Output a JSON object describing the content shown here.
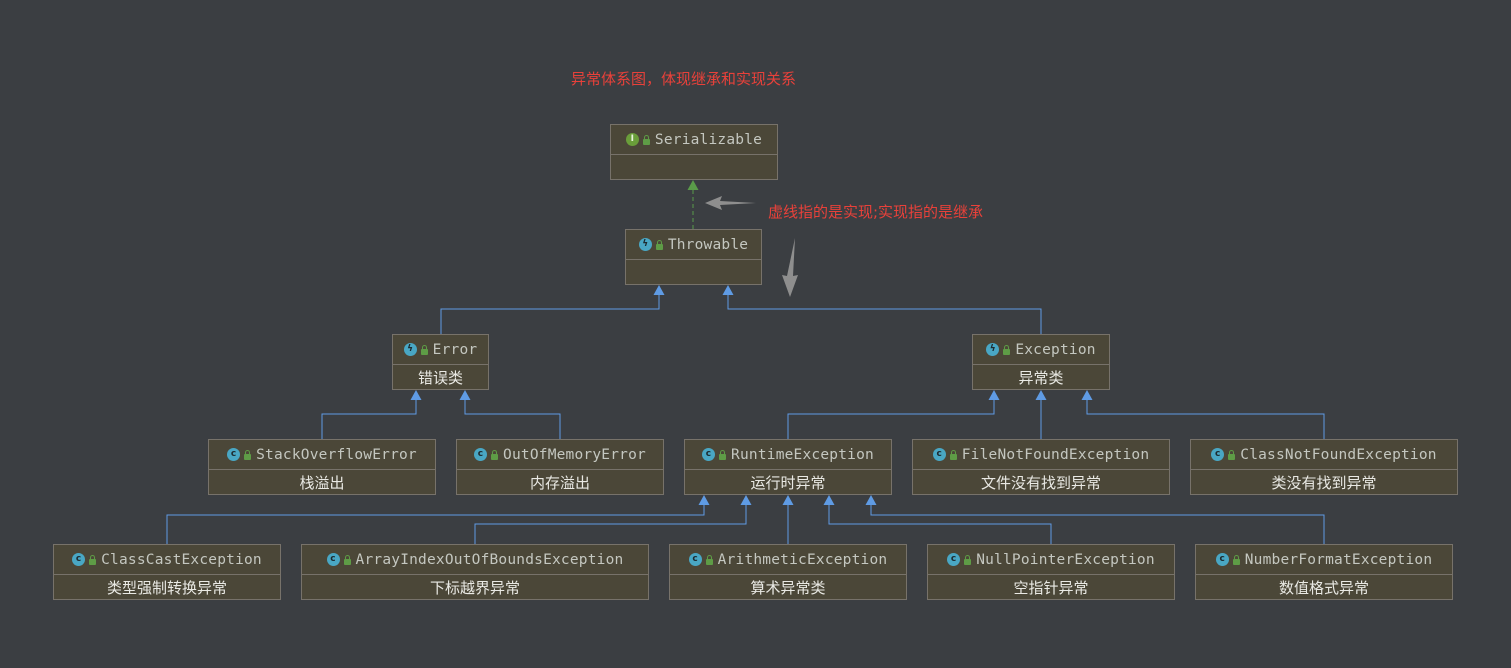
{
  "title_note": "异常体系图，体现继承和实现关系",
  "legend_note": "虚线指的是实现;实现指的是继承",
  "colors": {
    "background": "#3b3e42",
    "node_fill": "#4b4738",
    "node_border": "#77726a",
    "inherit_edge": "#5f9be4",
    "implement_edge": "#5a9b49",
    "note_text": "#e8413a",
    "pointer_arrow": "#8e8e8e"
  },
  "nodes": {
    "serializable": {
      "kind": "interface",
      "icon": "interface-icon",
      "name": "Serializable",
      "desc": ""
    },
    "throwable": {
      "kind": "class",
      "icon": "abstract-class-icon",
      "name": "Throwable",
      "desc": ""
    },
    "error": {
      "kind": "class",
      "icon": "abstract-class-icon",
      "name": "Error",
      "desc": "错误类"
    },
    "exception": {
      "kind": "class",
      "icon": "abstract-class-icon",
      "name": "Exception",
      "desc": "异常类"
    },
    "stackoverflowerror": {
      "kind": "class",
      "icon": "class-icon",
      "name": "StackOverflowError",
      "desc": "栈溢出"
    },
    "outofmemoryerror": {
      "kind": "class",
      "icon": "class-icon",
      "name": "OutOfMemoryError",
      "desc": "内存溢出"
    },
    "runtimeexception": {
      "kind": "class",
      "icon": "class-icon",
      "name": "RuntimeException",
      "desc": "运行时异常"
    },
    "filenotfoundexception": {
      "kind": "class",
      "icon": "class-icon",
      "name": "FileNotFoundException",
      "desc": "文件没有找到异常"
    },
    "classnotfoundexception": {
      "kind": "class",
      "icon": "class-icon",
      "name": "ClassNotFoundException",
      "desc": "类没有找到异常"
    },
    "classcastexception": {
      "kind": "class",
      "icon": "class-icon",
      "name": "ClassCastException",
      "desc": "类型强制转换异常"
    },
    "arrayindexoutofboundsexception": {
      "kind": "class",
      "icon": "class-icon",
      "name": "ArrayIndexOutOfBoundsException",
      "desc": "下标越界异常"
    },
    "arithmeticexception": {
      "kind": "class",
      "icon": "class-icon",
      "name": "ArithmeticException",
      "desc": "算术异常类"
    },
    "nullpointerexception": {
      "kind": "class",
      "icon": "class-icon",
      "name": "NullPointerException",
      "desc": "空指针异常"
    },
    "numberformatexception": {
      "kind": "class",
      "icon": "class-icon",
      "name": "NumberFormatException",
      "desc": "数值格式异常"
    }
  },
  "edges": [
    {
      "from": "throwable",
      "to": "serializable",
      "type": "implements"
    },
    {
      "from": "error",
      "to": "throwable",
      "type": "extends"
    },
    {
      "from": "exception",
      "to": "throwable",
      "type": "extends"
    },
    {
      "from": "stackoverflowerror",
      "to": "error",
      "type": "extends"
    },
    {
      "from": "outofmemoryerror",
      "to": "error",
      "type": "extends"
    },
    {
      "from": "runtimeexception",
      "to": "exception",
      "type": "extends"
    },
    {
      "from": "filenotfoundexception",
      "to": "exception",
      "type": "extends"
    },
    {
      "from": "classnotfoundexception",
      "to": "exception",
      "type": "extends"
    },
    {
      "from": "classcastexception",
      "to": "runtimeexception",
      "type": "extends"
    },
    {
      "from": "arrayindexoutofboundsexception",
      "to": "runtimeexception",
      "type": "extends"
    },
    {
      "from": "arithmeticexception",
      "to": "runtimeexception",
      "type": "extends"
    },
    {
      "from": "nullpointerexception",
      "to": "runtimeexception",
      "type": "extends"
    },
    {
      "from": "numberformatexception",
      "to": "runtimeexception",
      "type": "extends"
    }
  ]
}
